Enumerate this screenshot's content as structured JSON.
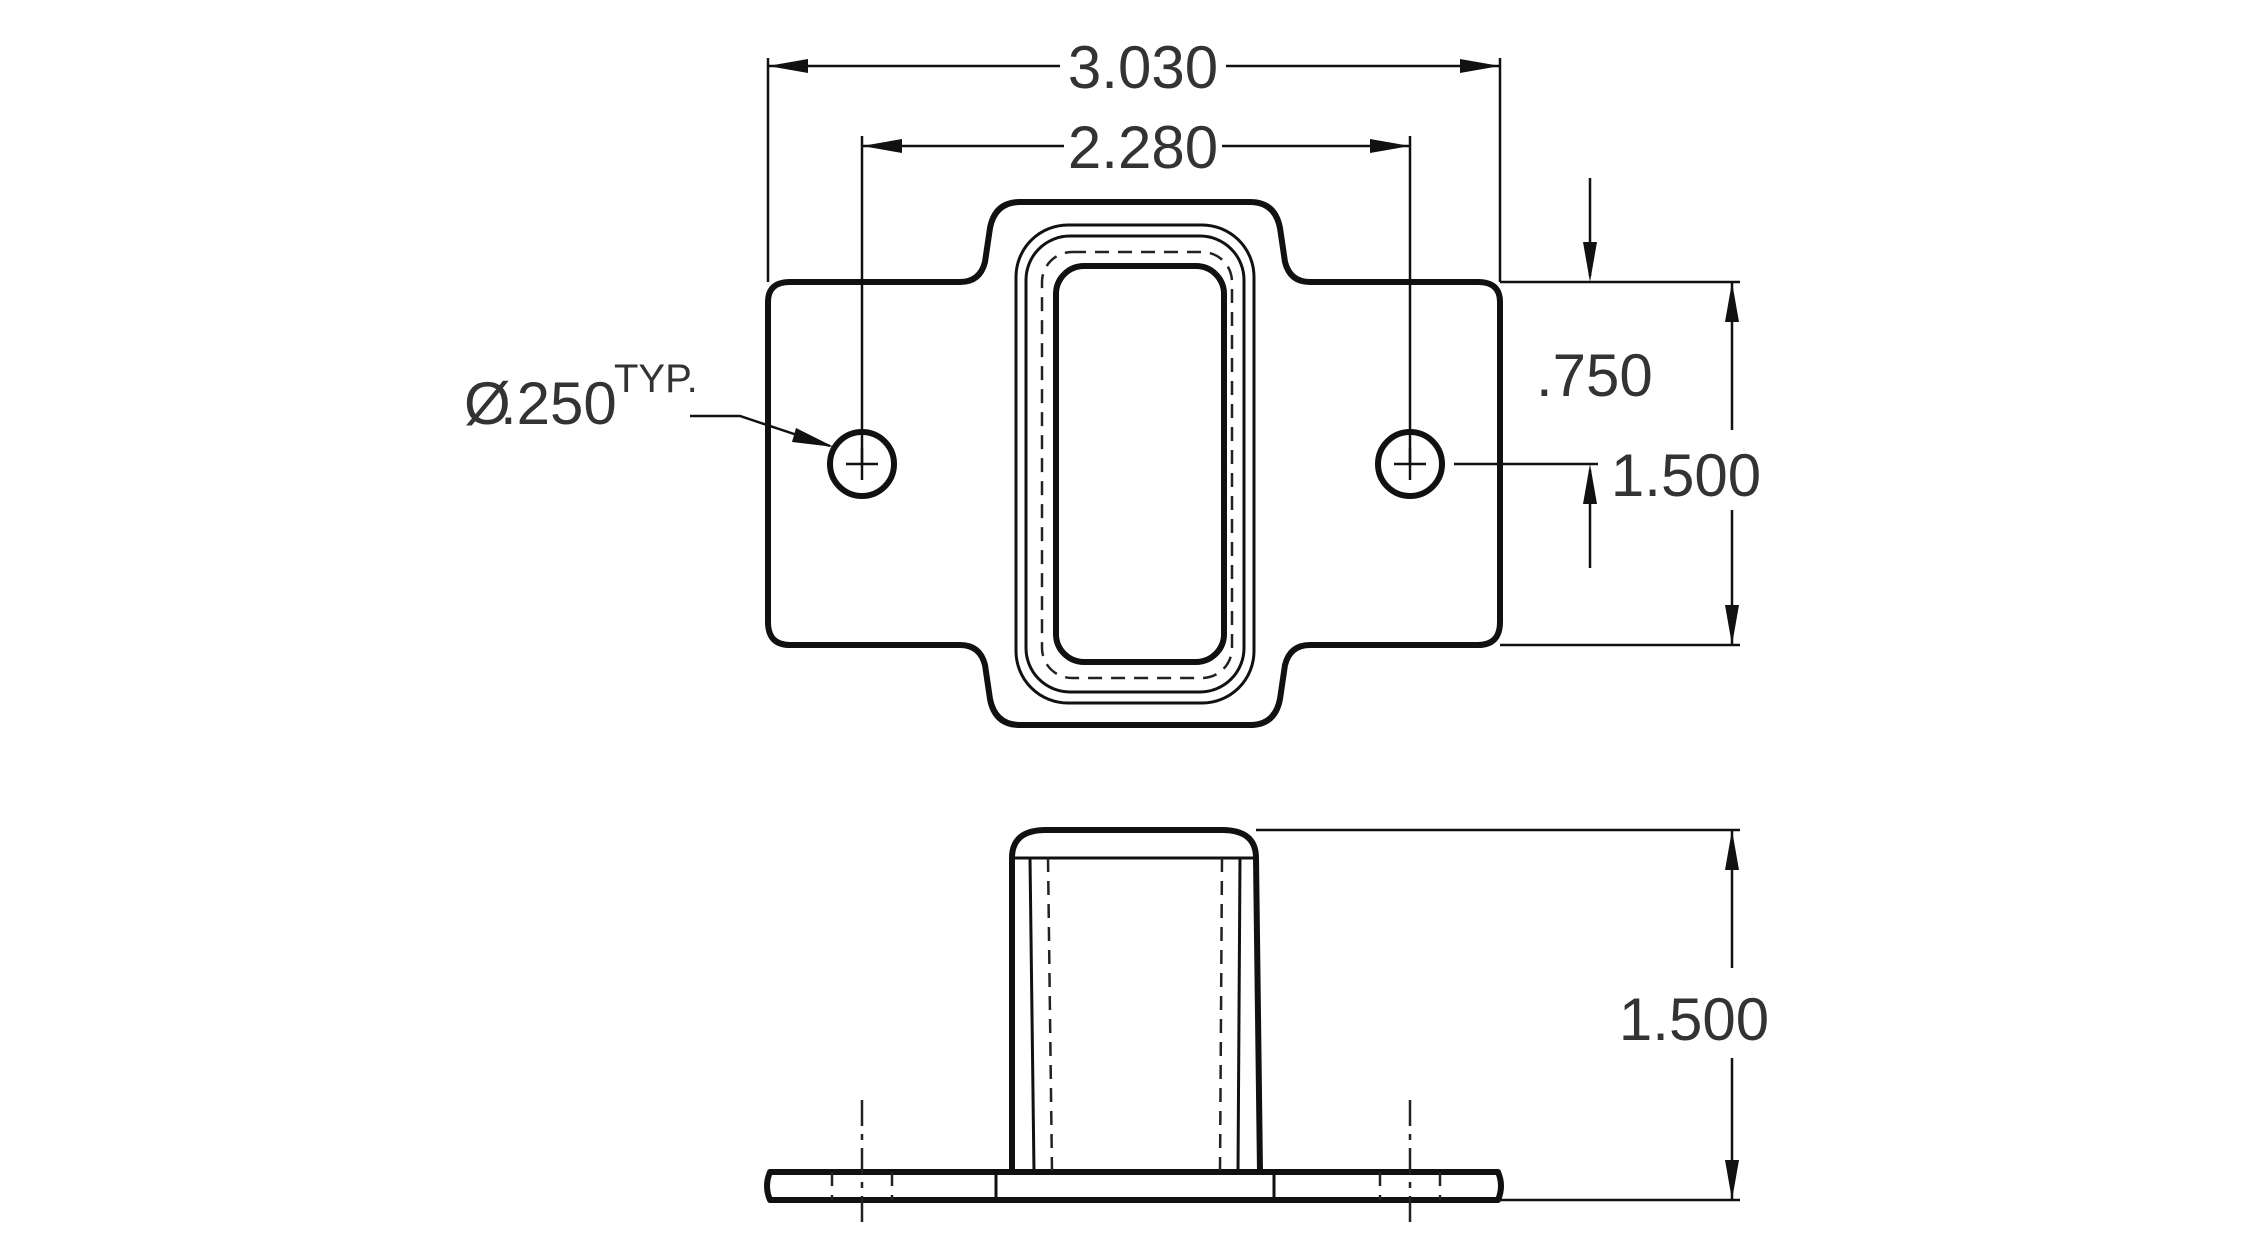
{
  "dimensions": {
    "overall_width": "3.030",
    "hole_spacing": "2.280",
    "hole_diameter_symbol": "Ø",
    "hole_diameter": ".250",
    "hole_diameter_note": "TYP.",
    "hole_offset": ".750",
    "plate_height": "1.500",
    "side_height": "1.500"
  }
}
